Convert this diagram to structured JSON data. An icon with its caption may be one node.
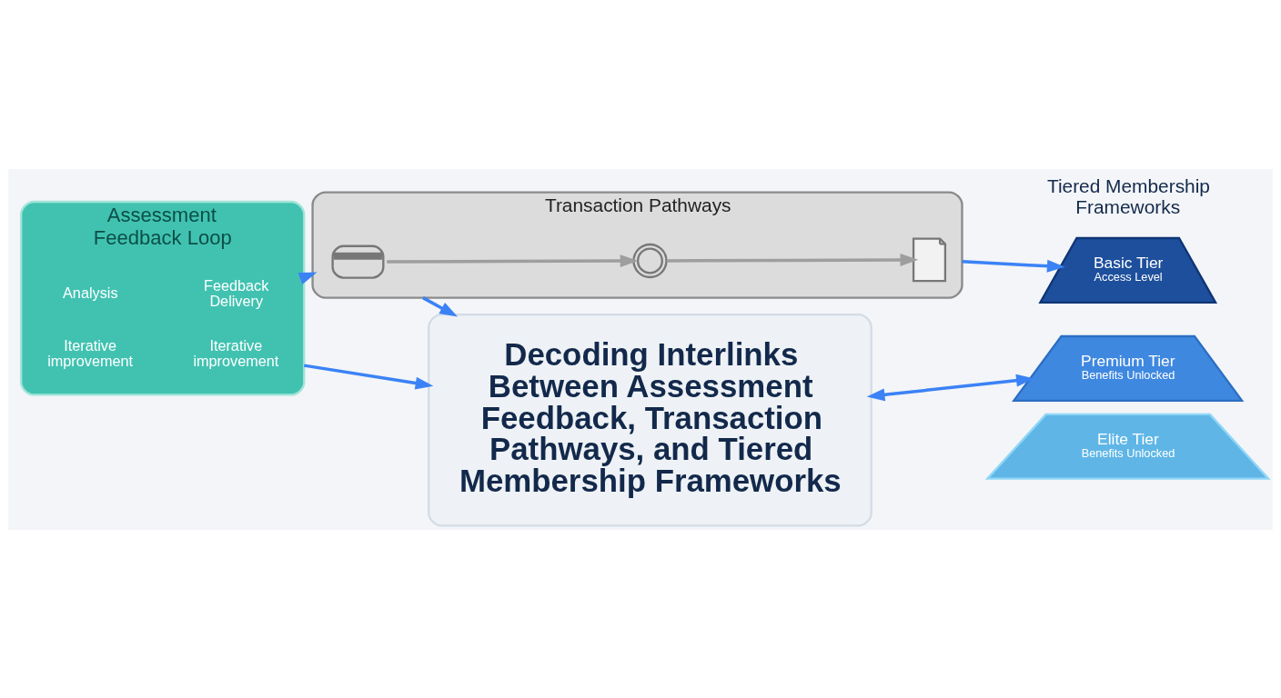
{
  "diagram": {
    "nodes": [
      {
        "text": [
          "Assessment Feedback Loop"
        ]
      },
      {
        "text": [
          "Analysis"
        ],
        "in": 0
      },
      {
        "text": [
          "Feedback Delivery"
        ],
        "in": 0
      },
      {
        "text": [
          "Iterative improvement"
        ],
        "in": 0
      },
      {
        "text": [
          "Iterative improvement"
        ],
        "in": 0
      },
      {
        "text": [
          "Transaction Pathways"
        ]
      },
      {
        "text": [],
        "shape": "picture",
        "in": 5
      },
      {
        "text": [],
        "shape": "picture",
        "in": 5
      },
      {
        "text": [],
        "shape": "picture",
        "in": 5
      },
      {
        "text": [
          "Decoding Interlinks Between Assessment Feedback, Transaction Pathways, and Tiered Membership Frameworks"
        ]
      },
      {
        "text": [
          "Basic Tier",
          "Access Level"
        ]
      },
      {
        "text": [
          "Premium Tier",
          "Benefits Unlocked"
        ]
      },
      {
        "text": [
          "Elite Tier",
          "Benefits Unlocked"
        ]
      }
    ],
    "edges": [
      {
        "from": 0,
        "to": 9,
        "arrow": "to"
      },
      {
        "from": 0,
        "to": 5,
        "arrow": "to"
      },
      {
        "from": 5,
        "to": 9,
        "arrow": "to"
      },
      {
        "from": 6,
        "to": 7,
        "arrow": "to",
        "color": "#9e9e9e"
      },
      {
        "from": 7,
        "to": 8,
        "arrow": "to",
        "color": "#9e9e9e"
      },
      {
        "from": 5,
        "to": 10,
        "arrow": "to"
      },
      {
        "from": 9,
        "to": 11,
        "arrow": "both"
      }
    ],
    "labels": [
      "Tiered Membership Frameworks"
    ]
  }
}
